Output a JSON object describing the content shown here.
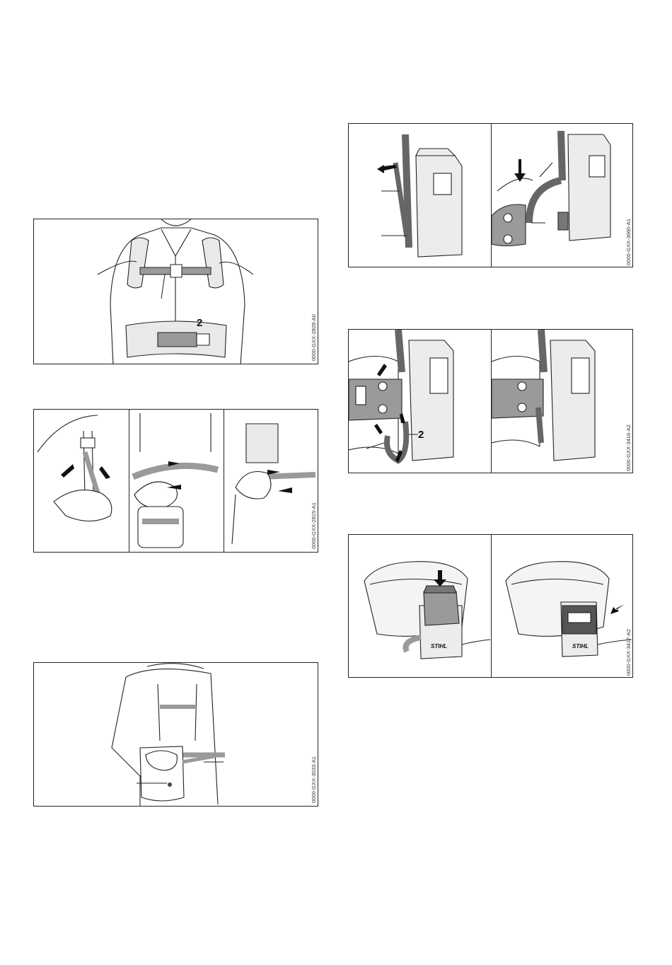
{
  "figures": [
    {
      "id": "fig-harness-front",
      "code": "0000-GXX-2828-A0",
      "callout": "2"
    },
    {
      "id": "fig-strap-adjust",
      "code": "0000-GXX-2815-A1"
    },
    {
      "id": "fig-pouch-release",
      "code": "0000-GXX-3033-A1"
    },
    {
      "id": "fig-pouch-strap-thread",
      "code": "0000-GXX-3660-A1"
    },
    {
      "id": "fig-pouch-belt-attach",
      "code": "0000-GXX-3416-A2",
      "callout": "2"
    },
    {
      "id": "fig-battery-insert",
      "code": "0000-GXX-3417-A2",
      "brand_left": "STIHL",
      "brand_right": "STIHL"
    }
  ]
}
